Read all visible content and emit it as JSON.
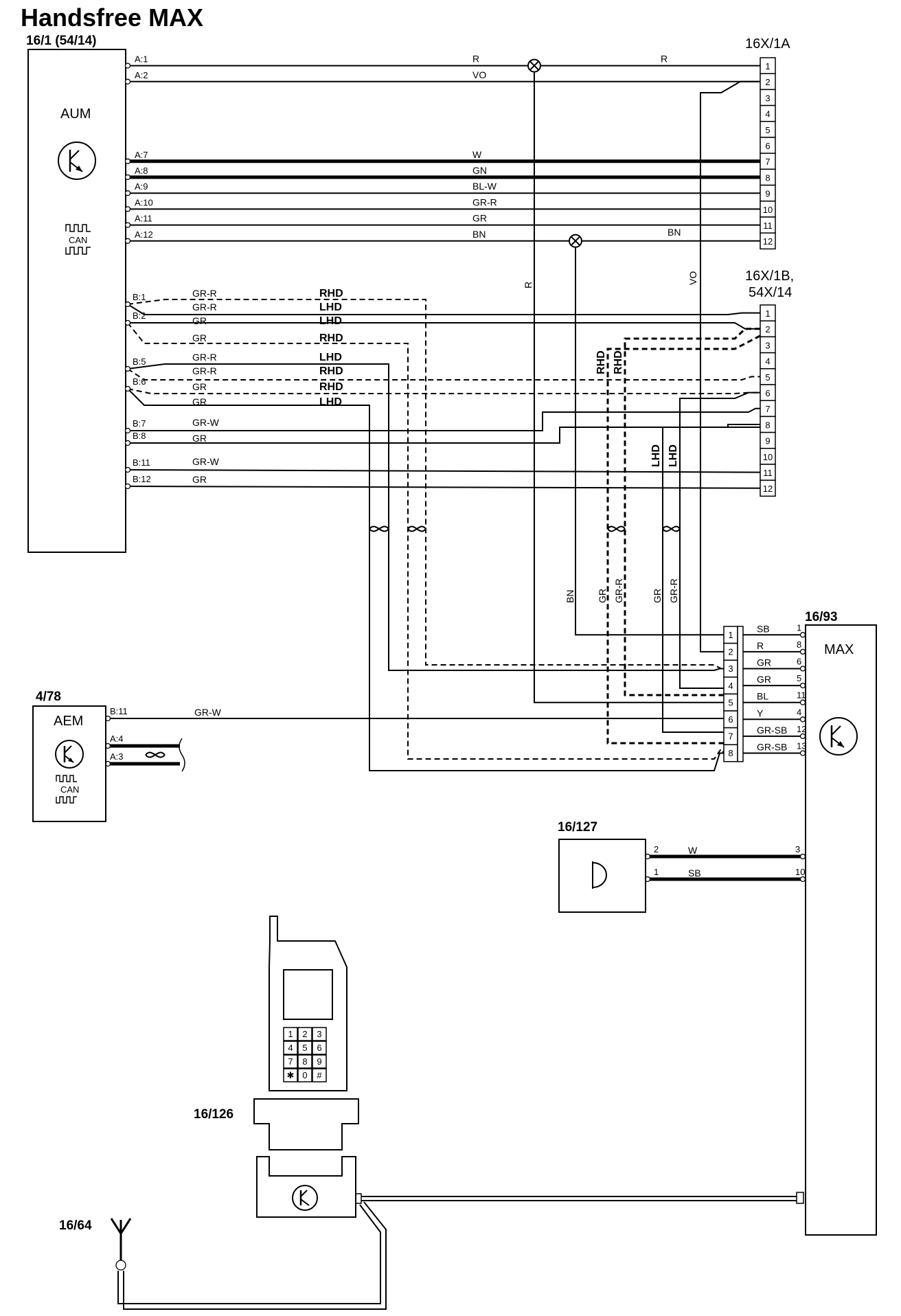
{
  "title": "Handsfree MAX",
  "components": {
    "aum": {
      "ref": "16/1 (54/14)",
      "name": "AUM",
      "can": "CAN"
    },
    "conn_a": {
      "ref": "16X/1A"
    },
    "conn_b": {
      "ref_line1": "16X/1B,",
      "ref_line2": "54X/14"
    },
    "aem": {
      "ref": "4/78",
      "name": "AEM",
      "can": "CAN"
    },
    "max": {
      "ref": "16/93",
      "name": "MAX"
    },
    "mic": {
      "ref": "16/127"
    },
    "phone": {
      "ref": "16/126"
    },
    "antenna": {
      "ref": "16/64"
    }
  },
  "conn_a_pins": [
    "1",
    "2",
    "3",
    "4",
    "5",
    "6",
    "7",
    "8",
    "9",
    "10",
    "11",
    "12"
  ],
  "conn_b_pins": [
    "1",
    "2",
    "3",
    "4",
    "5",
    "6",
    "7",
    "8",
    "9",
    "10",
    "11",
    "12"
  ],
  "max_connector_pins": [
    "1",
    "2",
    "3",
    "4",
    "5",
    "6",
    "7",
    "8"
  ],
  "aum_a_wires": [
    {
      "term": "A:1",
      "color": "R"
    },
    {
      "term": "A:2",
      "color": "VO"
    },
    {
      "term": "A:7",
      "color": "W"
    },
    {
      "term": "A:8",
      "color": "GN"
    },
    {
      "term": "A:9",
      "color": "BL-W"
    },
    {
      "term": "A:10",
      "color": "GR-R"
    },
    {
      "term": "A:11",
      "color": "GR"
    },
    {
      "term": "A:12",
      "color": "BN"
    }
  ],
  "aum_a_right_labels": [
    {
      "wire": "A:1",
      "color": "R"
    },
    {
      "wire": "A:12",
      "color": "BN"
    }
  ],
  "aum_b_terms": [
    "B:1",
    "B:2",
    "B:5",
    "B:6",
    "B:7",
    "B:8",
    "B:11",
    "B:12"
  ],
  "aum_b_wires": [
    {
      "color": "GR-R",
      "variant": "RHD"
    },
    {
      "color": "GR-R",
      "variant": "LHD"
    },
    {
      "color": "GR",
      "variant": "LHD"
    },
    {
      "color": "GR",
      "variant": "RHD"
    },
    {
      "color": "GR-R",
      "variant": "LHD"
    },
    {
      "color": "GR-R",
      "variant": "RHD"
    },
    {
      "color": "GR",
      "variant": "RHD"
    },
    {
      "color": "GR",
      "variant": "LHD"
    },
    {
      "color": "GR-W",
      "variant": ""
    },
    {
      "color": "GR",
      "variant": ""
    },
    {
      "color": "GR-W",
      "variant": ""
    },
    {
      "color": "GR",
      "variant": ""
    }
  ],
  "vertical_labels": {
    "r_drop": "R",
    "vo_drop": "VO",
    "rhd_1": "RHD",
    "rhd_2": "RHD",
    "lhd_1": "LHD",
    "lhd_2": "LHD",
    "bottom": [
      "BN",
      "GR",
      "GR-R",
      "GR",
      "GR-R"
    ]
  },
  "max_inputs": [
    {
      "pin": "1",
      "color": "SB"
    },
    {
      "pin": "8",
      "color": "R"
    },
    {
      "pin": "6",
      "color": "GR"
    },
    {
      "pin": "5",
      "color": "GR"
    },
    {
      "pin": "11",
      "color": "BL"
    },
    {
      "pin": "4",
      "color": "Y"
    },
    {
      "pin": "12",
      "color": "GR-SB"
    },
    {
      "pin": "13",
      "color": "GR-SB"
    }
  ],
  "aem_wires": [
    {
      "term": "B:11",
      "color": "GR-W"
    },
    {
      "term": "A:4",
      "color": ""
    },
    {
      "term": "A:3",
      "color": ""
    }
  ],
  "mic_wires": [
    {
      "pin": "2",
      "color": "W",
      "max_pin": "3"
    },
    {
      "pin": "1",
      "color": "SB",
      "max_pin": "10"
    }
  ],
  "keypad": [
    "1",
    "2",
    "3",
    "4",
    "5",
    "6",
    "7",
    "8",
    "9",
    "✱",
    "0",
    "#"
  ]
}
